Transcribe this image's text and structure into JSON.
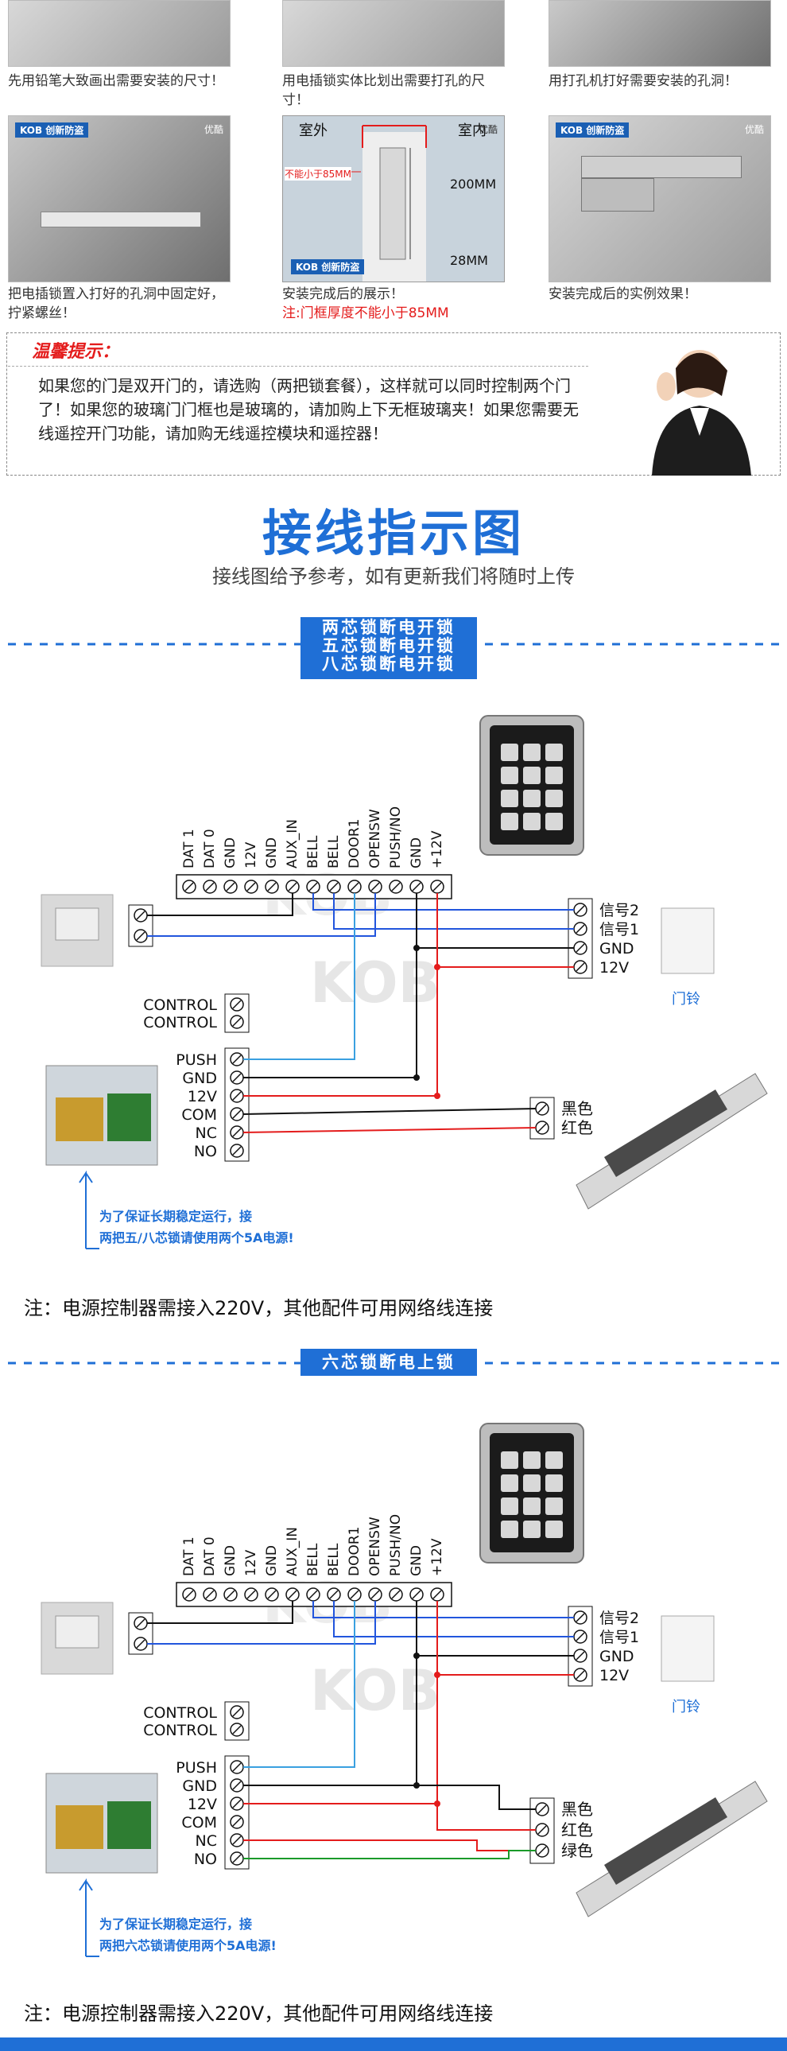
{
  "steps": [
    {
      "caption": "先用铅笔大致画出需要安装的尺寸！"
    },
    {
      "caption": "用电插锁实体比划出需要打孔的尺寸！"
    },
    {
      "caption": "用打孔机打好需要安装的孔洞！"
    },
    {
      "caption": "把电插锁置入打好的孔洞中固定好，拧紧螺丝！",
      "watermark": "KOB 创新防盗",
      "watermark_right": "优酷"
    },
    {
      "caption": "安装完成后的展示！",
      "caption_warn": "注:门框厚度不能小于85MM",
      "label_outside": "室外",
      "label_inside": "室内",
      "label_min": "不能小于85MM",
      "label_200": "200MM",
      "label_28": "28MM",
      "watermark": "KOB 创新防盗",
      "watermark_right": "优酷"
    },
    {
      "caption": "安装完成后的实例效果！",
      "watermark": "KOB 创新防盗",
      "watermark_right": "优酷"
    }
  ],
  "tip": {
    "title": "温馨提示：",
    "text": "如果您的门是双开门的，请选购（两把锁套餐），这样就可以同时控制两个门了！如果您的玻璃门门框也是玻璃的，请加购上下无框玻璃夹！如果您需要无线遥控开门功能，请加购无线遥控模块和遥控器！"
  },
  "section": {
    "title": "接线指示图",
    "subtitle": "接线图给予参考，如有更新我们将随时上传"
  },
  "diagram1": {
    "banner": [
      "两芯锁断电开锁",
      "五芯锁断电开锁",
      "八芯锁断电开锁"
    ],
    "terminals": [
      "DAT 1",
      "DAT 0",
      "GND",
      "12V",
      "GND",
      "AUX_IN",
      "BELL",
      "BELL",
      "DOOR1",
      "OPENSW",
      "PUSH/NO",
      "GND",
      "+12V"
    ],
    "bell_terminals": [
      "信号2",
      "信号1",
      "GND",
      "12V"
    ],
    "bell_label": "门铃",
    "power_terminals": [
      "CONTROL",
      "CONTROL",
      "PUSH",
      "GND",
      "12V",
      "COM",
      "NC",
      "NO"
    ],
    "lock_wires": [
      "黑色",
      "红色"
    ],
    "psu_note": [
      "为了保证长期稳定运行，接",
      "两把五/八芯锁请使用两个5A电源!"
    ],
    "watermark": "KOB",
    "footnote": "注：电源控制器需接入220V，其他配件可用网络线连接"
  },
  "diagram2": {
    "banner": [
      "六芯锁断电上锁"
    ],
    "terminals": [
      "DAT 1",
      "DAT 0",
      "GND",
      "12V",
      "GND",
      "AUX_IN",
      "BELL",
      "BELL",
      "DOOR1",
      "OPENSW",
      "PUSH/NO",
      "GND",
      "+12V"
    ],
    "bell_terminals": [
      "信号2",
      "信号1",
      "GND",
      "12V"
    ],
    "bell_label": "门铃",
    "power_terminals": [
      "CONTROL",
      "CONTROL",
      "PUSH",
      "GND",
      "12V",
      "COM",
      "NC",
      "NO"
    ],
    "lock_wires": [
      "黑色",
      "红色",
      "绿色"
    ],
    "psu_note": [
      "为了保证长期稳定运行，接",
      "两把六芯锁请使用两个5A电源!"
    ],
    "watermark": "KOB",
    "footnote": "注：电源控制器需接入220V，其他配件可用网络线连接"
  },
  "colors": {
    "accent": "#1f6fd6",
    "warn": "#e41c1c",
    "wire_red": "#e41c1c",
    "wire_blue": "#2255dd",
    "wire_black": "#111111",
    "wire_green": "#1a9a2a",
    "wire_cyan": "#3aa0e0"
  }
}
